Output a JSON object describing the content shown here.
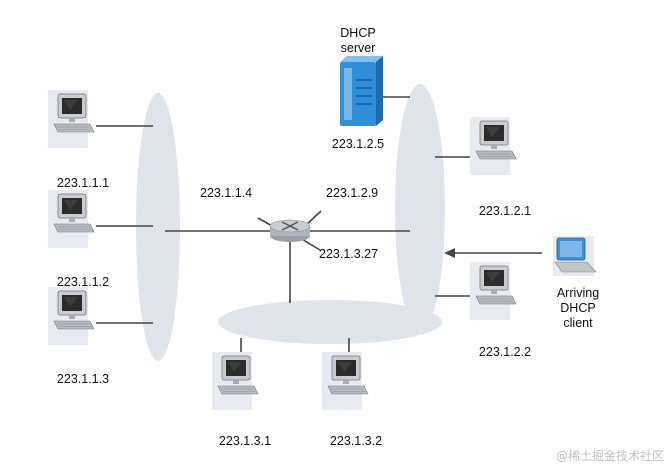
{
  "colors": {
    "net_fill": "#dfe3ea",
    "halo_fill": "#e7eaf0",
    "wire": "#444444",
    "server_blue": "#2f8fd8",
    "laptop_blue": "#3f8fd6",
    "router": "#c9ccd1"
  },
  "server": {
    "label_line1": "DHCP",
    "label_line2": "server",
    "ip": "223.1.2.5",
    "icon": "server-icon"
  },
  "router": {
    "icon": "router-icon",
    "iface_left": "223.1.1.4",
    "iface_right": "223.1.2.9",
    "iface_bottom": "223.1.3.27"
  },
  "hosts": {
    "h1": {
      "ip": "223.1.1.1",
      "icon": "desktop-computer-icon"
    },
    "h2": {
      "ip": "223.1.1.2",
      "icon": "desktop-computer-icon"
    },
    "h3": {
      "ip": "223.1.1.3",
      "icon": "desktop-computer-icon"
    },
    "h4": {
      "ip": "223.1.2.1",
      "icon": "desktop-computer-icon"
    },
    "h5": {
      "ip": "223.1.2.2",
      "icon": "desktop-computer-icon"
    },
    "h6": {
      "ip": "223.1.3.1",
      "icon": "desktop-computer-icon"
    },
    "h7": {
      "ip": "223.1.3.2",
      "icon": "desktop-computer-icon"
    }
  },
  "client": {
    "line1": "Arriving",
    "line2": "DHCP",
    "line3": "client",
    "icon": "laptop-icon"
  },
  "watermark": "@稀土掘金技术社区"
}
